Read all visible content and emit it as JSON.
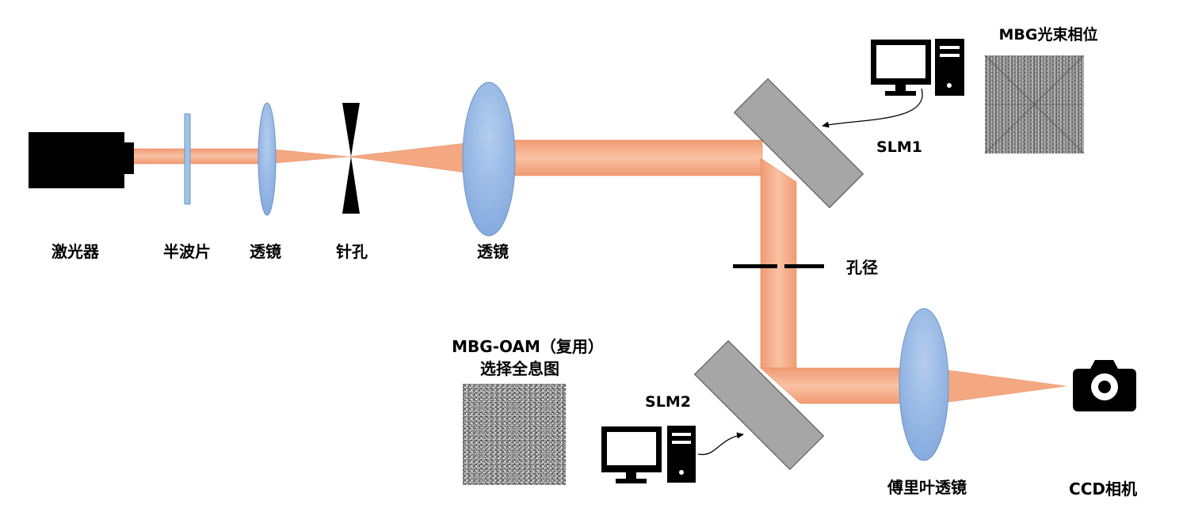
{
  "labels": {
    "laser": "激光器",
    "half_wave_plate": "半波片",
    "lens1": "透镜",
    "pinhole": "针孔",
    "lens2": "透镜",
    "slm1": "SLM1",
    "mbg_phase": "MBG光束相位",
    "aperture": "孔径",
    "mbg_oam_line1": "MBG-OAM（复用）",
    "mbg_oam_line2": "选择全息图",
    "slm2": "SLM2",
    "fourier_lens": "傅里叶透镜",
    "ccd": "CCD相机"
  },
  "colors": {
    "beam": "#f4a882",
    "beam_edge": "#eb8c62",
    "lens": "#8fb2e2",
    "lens_edge": "#6f93c8",
    "slm": "#a6a6a6",
    "device": "#000000"
  },
  "icons": [
    "computer-icon",
    "camera-icon"
  ]
}
